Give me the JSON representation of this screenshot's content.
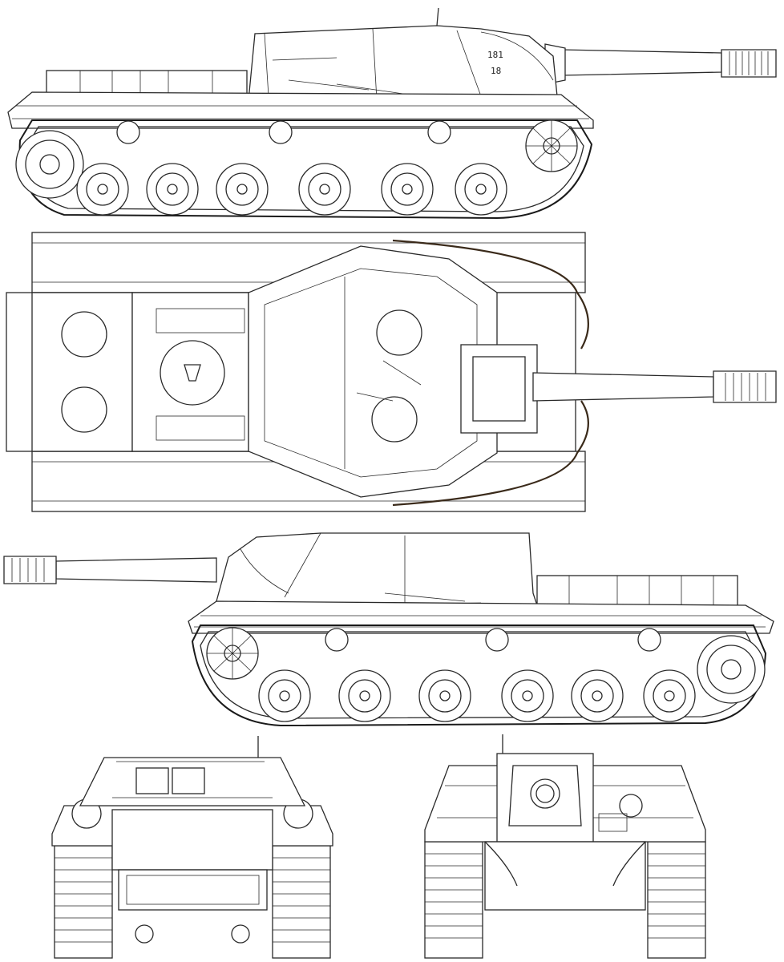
{
  "drawing": {
    "views": [
      "left-side-view",
      "top-view",
      "right-side-view",
      "front-view",
      "rear-view"
    ],
    "hull_markings": [
      "181",
      "18"
    ]
  },
  "colors": {
    "line": "#2a2a2a",
    "background": "#ffffff",
    "cable": "#3a2a1a"
  }
}
